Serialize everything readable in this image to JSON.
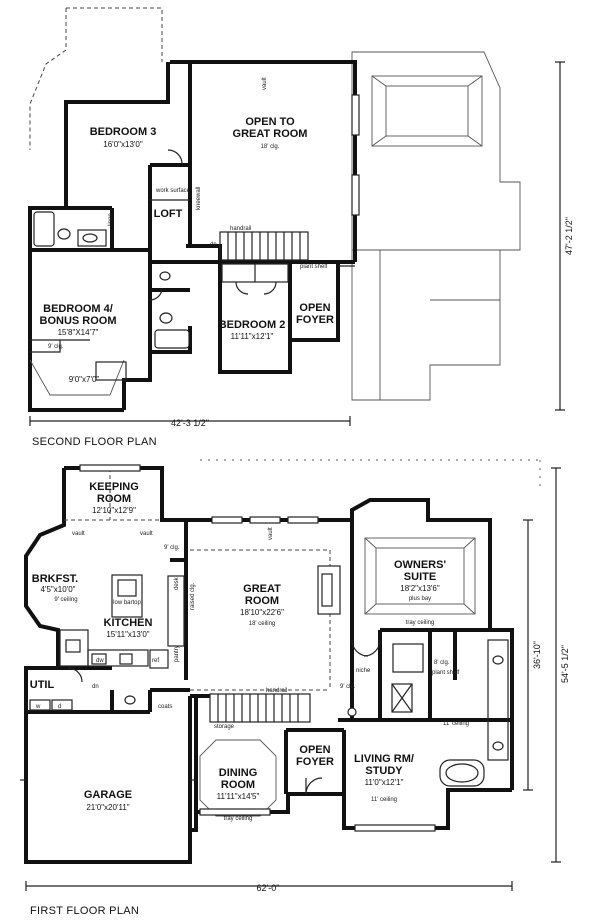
{
  "second_floor": {
    "title": "SECOND FLOOR PLAN",
    "width_dim": "42'-3 1/2\"",
    "depth_dim": "47'-2 1/2\"",
    "rooms": {
      "bedroom3": {
        "name": "BEDROOM 3",
        "size": "16'0\"x13'0\""
      },
      "open_great": {
        "name_line1": "OPEN TO",
        "name_line2": "GREAT ROOM",
        "note": "18' clg."
      },
      "loft": {
        "name": "LOFT"
      },
      "bedroom4": {
        "name_line1": "BEDROOM 4/",
        "name_line2": "BONUS ROOM",
        "size": "15'8\"X14'7\""
      },
      "bonus_alcove": {
        "size": "9'0\"x7'0\"",
        "note": "9' clg."
      },
      "bedroom2": {
        "name": "BEDROOM 2",
        "size": "11'11\"x12'1\""
      },
      "open_foyer": {
        "name_line1": "OPEN",
        "name_line2": "FOYER"
      }
    },
    "notes": {
      "work_surface": "work surface",
      "handrail": "handrail",
      "plant_shelf": "plant shelf",
      "linen": "linen",
      "vault": "vault",
      "kneewall": "kneewall",
      "dn": "dn"
    }
  },
  "first_floor": {
    "title": "FIRST FLOOR PLAN",
    "width_dim": "62'-0\"",
    "depth_dim_outer": "54'-5 1/2\"",
    "depth_dim_inner": "36'-10\"",
    "rooms": {
      "keeping": {
        "name_line1": "KEEPING",
        "name_line2": "ROOM",
        "size": "12'10\"x12'9\""
      },
      "brkfst": {
        "name": "BRKFST.",
        "size": "4'5\"x10'0\"",
        "note": "9' ceiling"
      },
      "kitchen": {
        "name": "KITCHEN",
        "size": "15'11\"x13'0\""
      },
      "great": {
        "name_line1": "GREAT",
        "name_line2": "ROOM",
        "size": "18'10\"x22'6\"",
        "note": "18' ceiling"
      },
      "owners": {
        "name_line1": "OWNERS'",
        "name_line2": "SUITE",
        "size": "18'2\"x13'6\"",
        "note": "plus bay"
      },
      "util": {
        "name": "UTIL"
      },
      "garage": {
        "name": "GARAGE",
        "size": "21'0\"x20'11\""
      },
      "dining": {
        "name_line1": "DINING",
        "name_line2": "ROOM",
        "size": "11'11\"x14'5\"",
        "note": "tray ceiling"
      },
      "open_foyer": {
        "name_line1": "OPEN",
        "name_line2": "FOYER"
      },
      "study": {
        "name_line1": "LIVING RM/",
        "name_line2": "STUDY",
        "size": "11'0\"x12'1\"",
        "note": "11' ceiling"
      }
    },
    "notes": {
      "vault": "vault",
      "nine_clg": "9' clg.",
      "low_bartop": "low bartop",
      "desk": "desk",
      "raised_clg": "raised clg.",
      "pantry": "pantry",
      "handrail": "handrail",
      "storage": "storage",
      "tray_ceiling": "tray ceiling",
      "niche": "niche",
      "eight_clg": "8' clg.",
      "plant_shelf": "plant shelf",
      "eleven_ceiling": "11' ceiling",
      "coats": "coats",
      "dn": "dn",
      "w": "w",
      "d": "d",
      "dw": "dw",
      "ref": "ref"
    }
  }
}
